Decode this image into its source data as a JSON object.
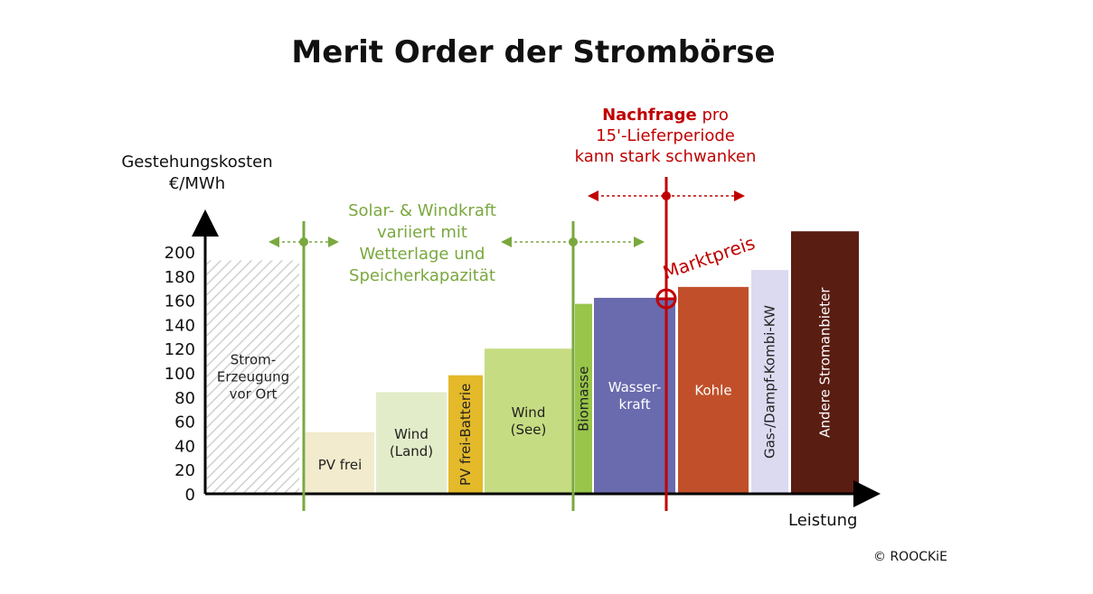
{
  "title": "Merit Order der Strombörse",
  "y_axis_label_line1": "Gestehungskosten",
  "y_axis_label_line2": "€/MWh",
  "x_axis_label": "Leistung",
  "copyright": "© ROOCKiE",
  "green_note": [
    "Solar- & Windkraft",
    "variiert mit",
    "Wetterlage und",
    "Speicherkapazität"
  ],
  "demand_note": {
    "bold": "Nachfrage",
    "rest": " pro",
    "line2": "15'-Lieferperiode",
    "line3": "kann stark schwanken"
  },
  "market_price_label": "Marktpreis",
  "colors": {
    "green_accent": "#7aa83e",
    "red_accent": "#c00000"
  },
  "chart_data": {
    "type": "bar",
    "variable_width": true,
    "ylim": [
      0,
      200
    ],
    "yticks": [
      0,
      20,
      40,
      60,
      80,
      100,
      120,
      140,
      160,
      180,
      200
    ],
    "bars": [
      {
        "label": [
          "Strom-",
          "Erzeugung",
          "vor Ort"
        ],
        "value": 193,
        "color": "#d9d9d9",
        "hatched": true,
        "rotated": false,
        "text_color": "#222222"
      },
      {
        "label": [
          "PV frei"
        ],
        "value": 51,
        "color": "#f2ebcd",
        "hatched": false,
        "rotated": false,
        "text_color": "#222222"
      },
      {
        "label": [
          "Wind",
          "(Land)"
        ],
        "value": 84,
        "color": "#e3ecc8",
        "hatched": false,
        "rotated": false,
        "text_color": "#222222"
      },
      {
        "label": [
          "PV frei-Batterie"
        ],
        "value": 98,
        "color": "#e4b92a",
        "hatched": false,
        "rotated": true,
        "text_color": "#222222"
      },
      {
        "label": [
          "Wind",
          "(See)"
        ],
        "value": 120,
        "color": "#c6dc82",
        "hatched": false,
        "rotated": false,
        "text_color": "#222222"
      },
      {
        "label": [
          "Biomasse"
        ],
        "value": 157,
        "color": "#98c54a",
        "hatched": false,
        "rotated": true,
        "text_color": "#222222"
      },
      {
        "label": [
          "Wasser-",
          "kraft"
        ],
        "value": 162,
        "color": "#6a6aae",
        "hatched": false,
        "rotated": false,
        "text_color": "#ffffff"
      },
      {
        "label": [
          "Kohle"
        ],
        "value": 171,
        "color": "#c1502a",
        "hatched": false,
        "rotated": false,
        "text_color": "#ffffff"
      },
      {
        "label": [
          "Gas-/Dampf-Kombi-KW"
        ],
        "value": 185,
        "color": "#dcdaf0",
        "hatched": false,
        "rotated": true,
        "text_color": "#222222"
      },
      {
        "label": [
          "Andere Stromanbieter"
        ],
        "value": 217,
        "color": "#5a1d12",
        "hatched": false,
        "rotated": true,
        "text_color": "#ffffff"
      }
    ]
  }
}
